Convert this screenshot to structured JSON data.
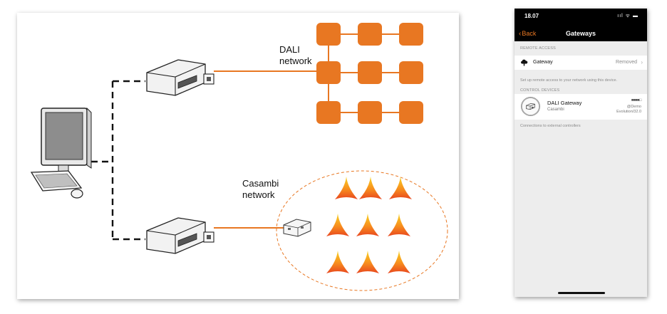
{
  "diagram": {
    "dali_label": "DALI\nnetwork",
    "casambi_label": "Casambi\nnetwork",
    "colors": {
      "accent": "#e87722",
      "dashed_line": "#111111",
      "ellipse": "#e87722"
    }
  },
  "phone": {
    "status": {
      "time": "18.07",
      "icons": "ııl ᯤ ▬"
    },
    "nav": {
      "back_label": "Back",
      "title": "Gateways"
    },
    "remote_access": {
      "header": "REMOTE ACCESS",
      "row_label": "Gateway",
      "row_value": "Removed",
      "note": "Set up remote access to your network using this device."
    },
    "control_devices": {
      "header": "CONTROL DEVICES",
      "device_name": "DALI Gateway",
      "device_subtitle": "Casambi",
      "device_signal": "■■■■□",
      "device_owner": "@Demo",
      "device_version": "Evolution/32.0",
      "note": "Connections to external controllers"
    },
    "colors": {
      "accent": "#e87722",
      "bar": "#000000",
      "background": "#ededed"
    }
  }
}
